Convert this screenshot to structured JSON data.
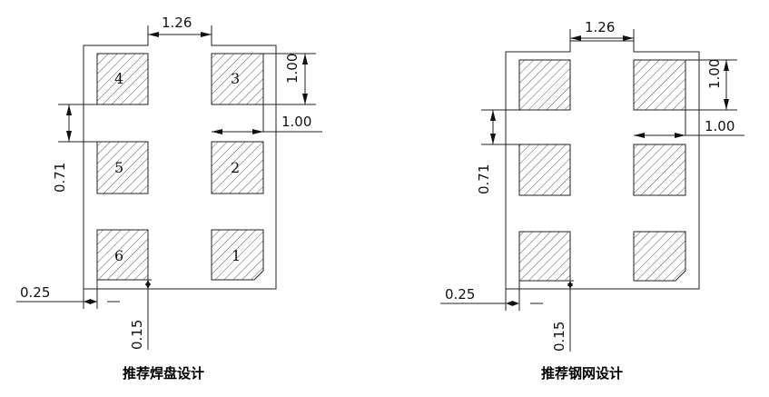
{
  "left": {
    "caption": "推荐焊盘设计",
    "pad_numbers": [
      "4",
      "3",
      "5",
      "2",
      "6",
      "1"
    ],
    "dims": {
      "top_gap": "1.26",
      "pad_height": "1.00",
      "pad_width": "1.00",
      "row_gap": "0.71",
      "edge": "0.25",
      "bottom": "0.15"
    }
  },
  "right": {
    "caption": "推荐钢网设计",
    "dims": {
      "top_gap": "1.26",
      "pad_height": "1.00",
      "pad_width": "1.00",
      "row_gap": "0.71",
      "edge": "0.25",
      "bottom": "0.15"
    }
  }
}
